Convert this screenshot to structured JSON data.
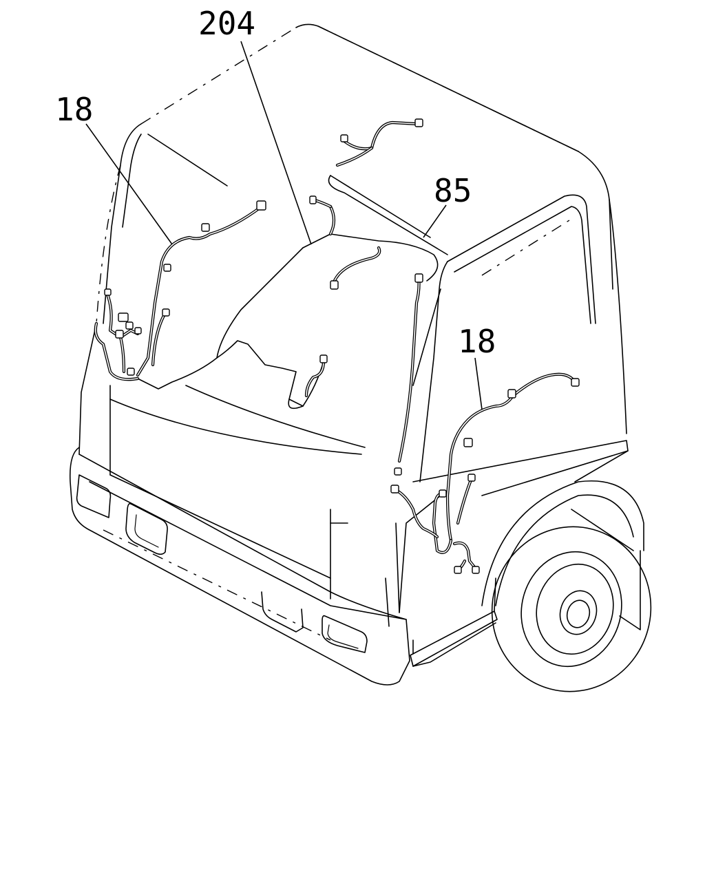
{
  "callouts": {
    "harness_left": "18",
    "harness_main": "204",
    "harness_roof": "85",
    "harness_right": "18"
  }
}
